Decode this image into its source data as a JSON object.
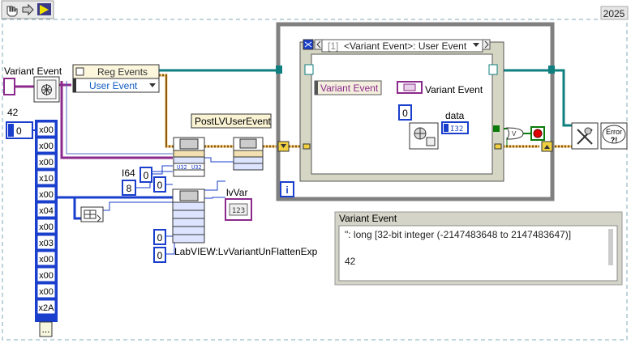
{
  "toolbar": {
    "icons": [
      "hand-icon",
      "arrow-icon",
      "run-arrow-icon"
    ],
    "version": "2025"
  },
  "left": {
    "variant_event_label": "Variant Event",
    "reg_events_label": "Reg Events",
    "user_event_label": "User Event",
    "numeric_label": "42",
    "numeric_index": "0",
    "byte_values": [
      "x00",
      "x00",
      "x00",
      "x10",
      "x00",
      "x04",
      "x00",
      "x03",
      "x00",
      "x00",
      "x00",
      "x2A"
    ],
    "i64_label": "I64",
    "i64_value": "0",
    "i64_const": "8",
    "post_label": "PostLVUserEvent",
    "lvvar_label": "lvVar",
    "lvvar_indicator": "123",
    "unflatten_label": "LabVIEW:LvVariantUnFlattenExp",
    "const_zero_a": "0",
    "const_zero_b": "0",
    "const_zero_c": "0",
    "const_u32_a": "U32",
    "const_u32_b": "U32",
    "ellipsis": "..."
  },
  "loop": {
    "case_selector_index": "[1]",
    "case_selector_label": "<Variant Event>: User Event",
    "event_data_label": "Variant Event",
    "variant_out_label": "Variant Event",
    "index_zero": "0",
    "data_label": "data",
    "data_type": "I32",
    "iteration": "i",
    "or_label": "V"
  },
  "indicator": {
    "title": "Variant Event",
    "type_line": "\": long [32-bit integer (-2147483648 to 2147483647)]",
    "value_line": "42"
  },
  "error_label": "Error"
}
